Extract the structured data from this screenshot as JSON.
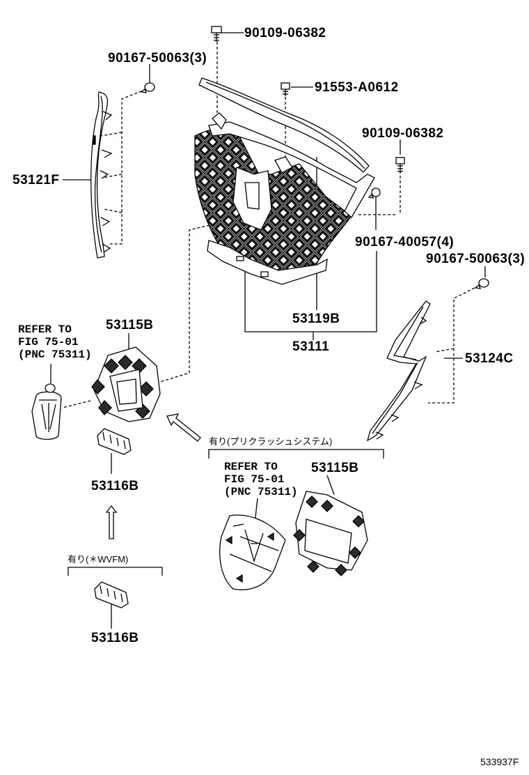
{
  "labels": {
    "bolt_top": "90109-06382",
    "clip_left": "90167-50063(3)",
    "bolt_mid": "91553-A0612",
    "bolt_right": "90109-06382",
    "side_molding_left": "53121F",
    "clip_center": "90167-40057(4)",
    "clip_right": "90167-50063(3)",
    "radiator_grille_sub": "53119B",
    "radiator_grille_assy": "53111",
    "side_molding_right": "53124C",
    "lower_grille_a": "53115B",
    "lower_grille_b": "53115B",
    "bracket_a": "53116B",
    "bracket_b": "53116B"
  },
  "refer_a": {
    "line1": "REFER TO",
    "line2": "FIG 75-01",
    "line3": "(PNC 75311)"
  },
  "refer_b": {
    "line1": "REFER TO",
    "line2": "FIG 75-01",
    "line3": "(PNC 75311)"
  },
  "conditions": {
    "precrash": "有り(プリクラッシュシステム)",
    "wvfm": "有り(＊WVFM)"
  },
  "figure_number": "533937F"
}
